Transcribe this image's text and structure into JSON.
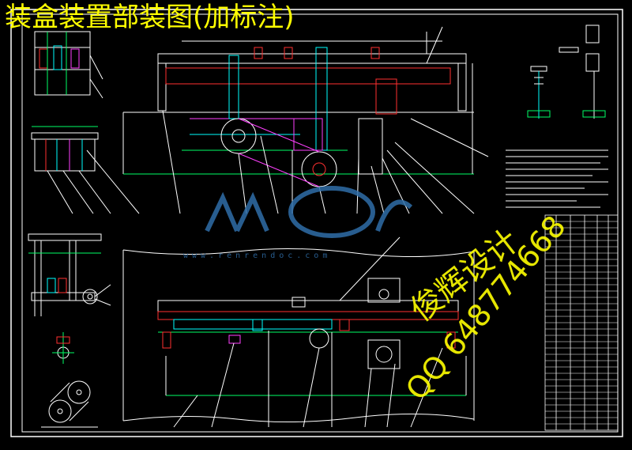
{
  "title": "装盒装置部装图(加标注)",
  "watermark": {
    "brand": "俊辉设计",
    "qq": "QQ 648774668",
    "site": "www.renrendoc.com"
  },
  "colors": {
    "background": "#000000",
    "title": "#ffff00",
    "lines": "#ffffff",
    "accent_green": "#00ff66",
    "accent_cyan": "#00ffff",
    "accent_red": "#ff3030",
    "accent_magenta": "#ff40ff",
    "watermark_blue": "#2f6ea8"
  }
}
